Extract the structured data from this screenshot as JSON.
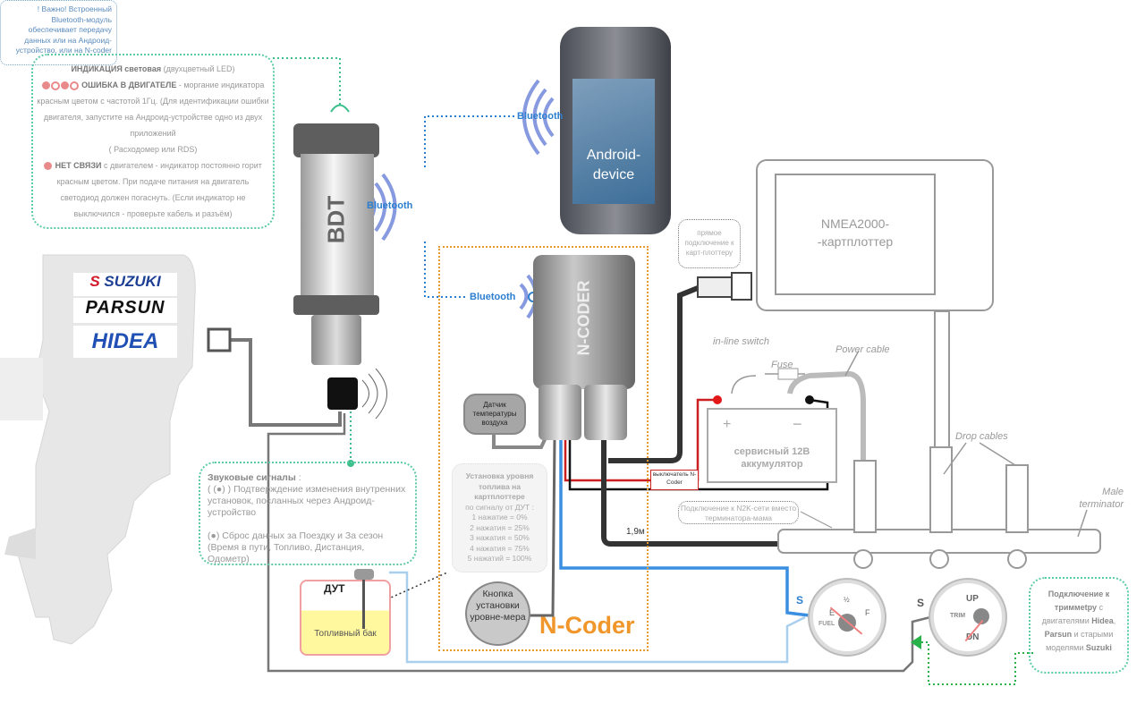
{
  "led_note": {
    "title_bold": "ИНДИКАЦИЯ светов",
    "title_bold2": "ая",
    "title_rest": " (двухцветный LED)",
    "error_title": "ОШИБКА В ДВИГАТЕЛЕ",
    "error_text": " - моргание индикатора красным цветом с частотой 1Гц. (Для идентификации ошибки двигателя, запустите на Андроид-устройстве одно из двух приложений",
    "error_apps": "( Расходомер или RDS)",
    "noconn_title": "НЕТ СВЯЗИ",
    "noconn_text": " с двигателем - индикатор постоянно горит красным цветом. При подаче питания на двигатель светодиод должен погаснуть. (Если индикатор не выключился - проверьте кабель и разъём)"
  },
  "bdt": {
    "label": "BDT"
  },
  "bluetooth": {
    "label_bdt": "Bluetooth",
    "label_phone": "Bluetooth",
    "label_ncoder": "Bluetooth"
  },
  "info_note": "! Важно! Встроенный Bluetooth-модуль обеспечивает передачу данных или на Андроид-устройство, или на N-coder",
  "phone": {
    "label": "Android-device"
  },
  "plotter": {
    "label_line1": "NMEA2000-",
    "label_line2": "-картплоттер"
  },
  "direct_note": "прямое подключение к карт-плоттеру",
  "ncoder": {
    "device_label": "N-CODER",
    "title": "N-Coder"
  },
  "sensor": "Датчик температуры воздуха",
  "fuel_setup": {
    "title": "Установка уровня топлива на картплоттере",
    "subtitle": "по сигналу от ДУТ :",
    "items": [
      "1  нажатие  = 0%",
      "2  нажатия = 25%",
      "3  нажатия = 50%",
      "4  нажатия = 75%",
      "5  нажатий = 100%"
    ]
  },
  "knob": "Кнопка установки уровне-мера",
  "sound_note": {
    "title": "Звуковые сигналы",
    "line1": "( (●) ) Подтверждение изменения внутренних установок, посланных через Андроид-устройство",
    "line2": "(●) Сброс данных за Поездку и За сезон (Время в пути, Топливо, Дистанция, Одометр)"
  },
  "tank": {
    "sensor_label": "ДУТ",
    "label": "Топливный бак"
  },
  "engine_logos": [
    "SUZUKI",
    "PARSUN",
    "HIDEA"
  ],
  "battery": {
    "label": "сервисный 12В аккумулятор",
    "plus": "+",
    "minus": "−"
  },
  "labels": {
    "inline_switch": "in-line switch",
    "fuse": "Fuse",
    "power_cable": "Power cable",
    "drop_cables": "Drop cables",
    "male_terminator": "Male terminator",
    "cable_length": "1,9м",
    "ncoder_switch": "выключатель N-Coder",
    "s_fuel": "S",
    "s_trim": "S"
  },
  "n2k_note": "Подключение к N2K-сети вместо терминатора-мама",
  "fuel_gauge": {
    "e": "E",
    "half": "½",
    "f": "F",
    "fuel": "FUEL"
  },
  "trim_gauge": {
    "up": "UP",
    "trim": "TRIM",
    "dn": "DN"
  },
  "trim_note": {
    "t1": "Подключение к триммetру",
    "t1b": " с двигателями ",
    "hidea": "Hidea",
    "parsun": "Parsun",
    "and": " и старыми моделями ",
    "suzuki": "Suzuki"
  },
  "colors": {
    "accent_teal": "#5cc9a7",
    "bluetooth": "#2c7fd0",
    "ncoder_orange": "#f0962a",
    "wire_red": "#cc1f1f",
    "wire_blue": "#3a8fe0"
  }
}
